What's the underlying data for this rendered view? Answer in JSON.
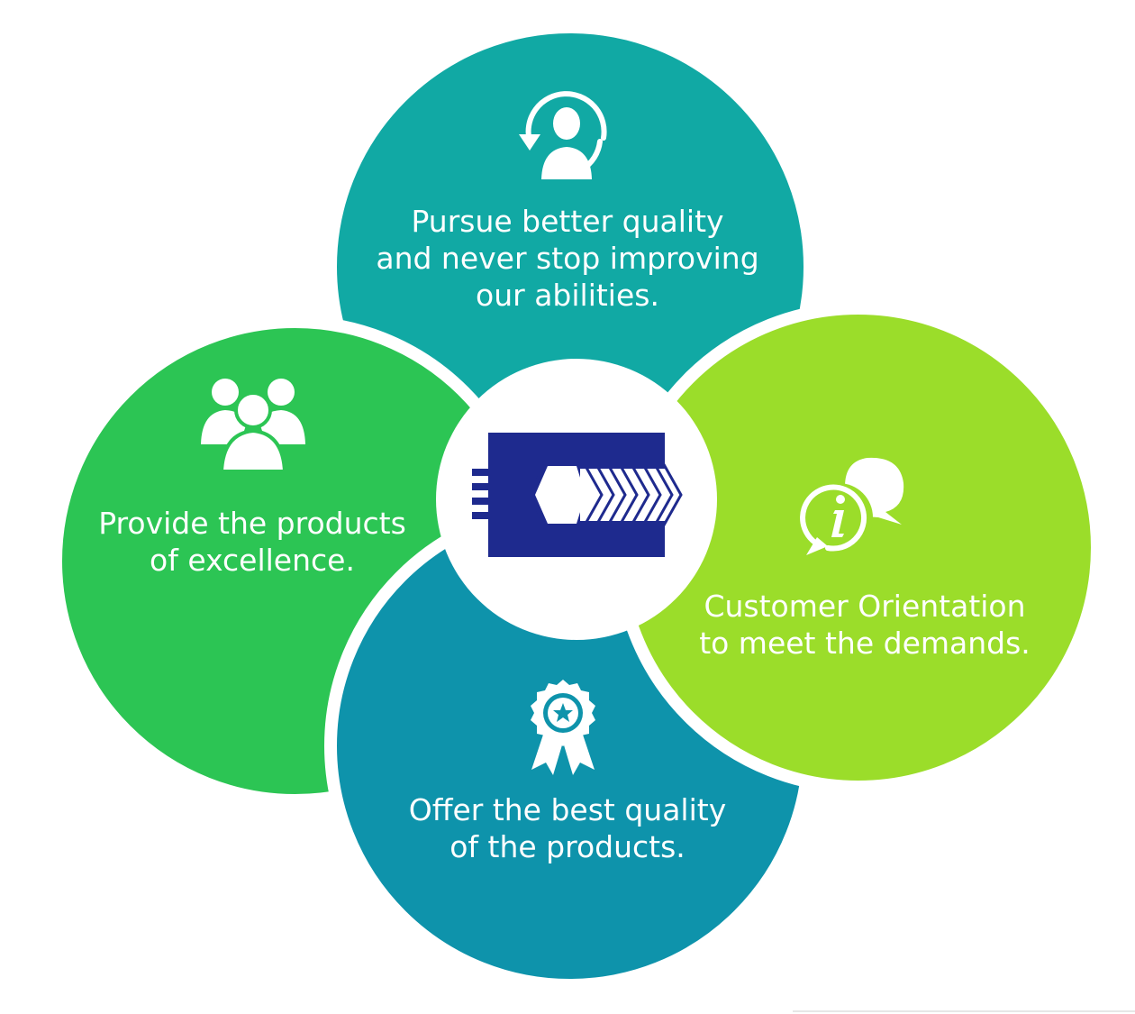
{
  "diagram": {
    "center": {
      "logo_icon": "company-logo-icon"
    },
    "petals": {
      "top": {
        "lines": [
          "Pursue better quality",
          "and never stop improving",
          "our abilities."
        ],
        "icon": "user-refresh-icon",
        "color": "#11A9A4"
      },
      "left": {
        "lines": [
          "Provide the products",
          "of excellence."
        ],
        "icon": "users-group-icon",
        "color": "#2CC554"
      },
      "bottom": {
        "lines": [
          "Offer the best quality",
          "of the products."
        ],
        "icon": "award-ribbon-icon",
        "color": "#0E93AB"
      },
      "right": {
        "lines": [
          "Customer Orientation",
          "to meet the demands."
        ],
        "icon": "chat-info-icon",
        "color": "#9BDD2A"
      }
    },
    "colors": {
      "logo_navy": "#1E2A8E",
      "background": "#FFFFFF"
    }
  }
}
